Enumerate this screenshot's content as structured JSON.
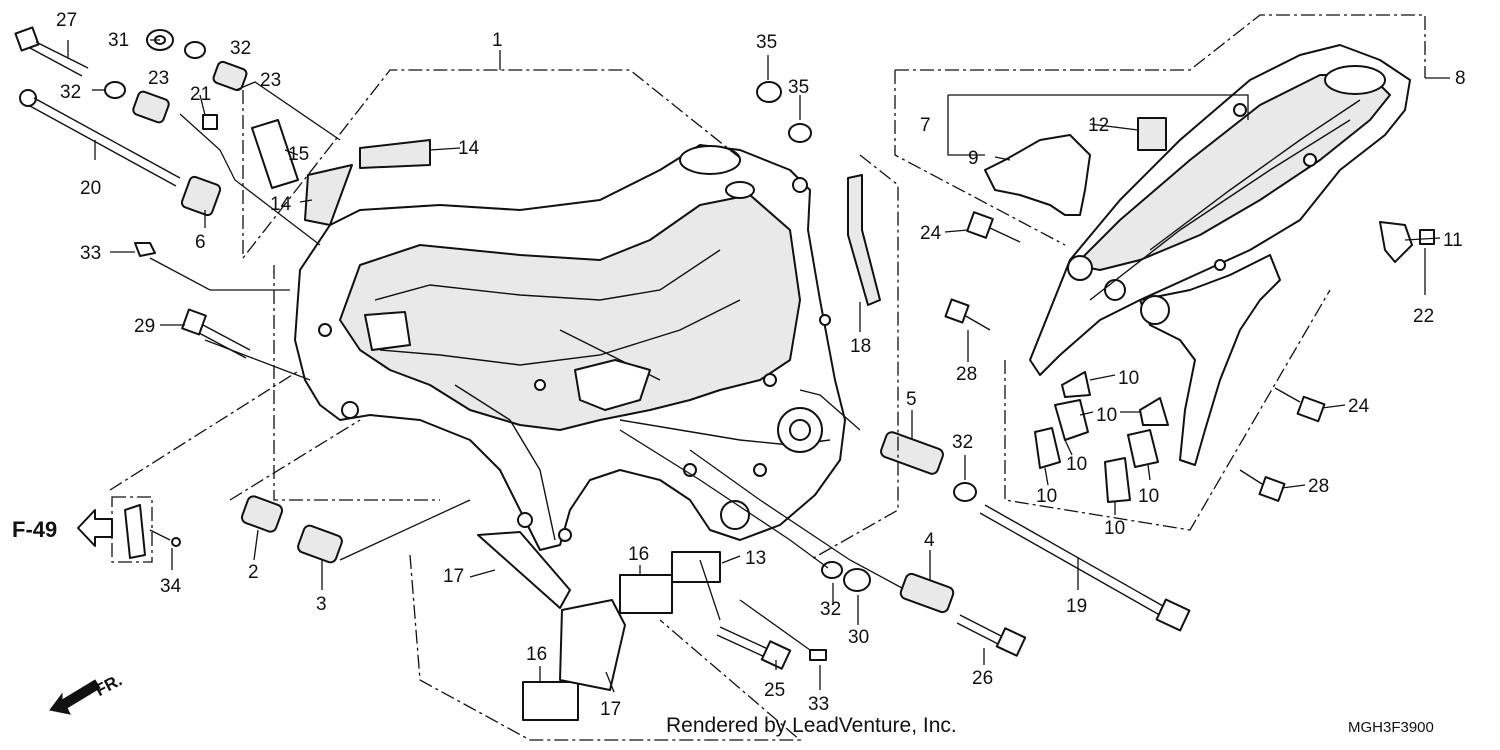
{
  "diagram": {
    "callouts": [
      {
        "id": "c1",
        "text": "1"
      },
      {
        "id": "c2",
        "text": "2"
      },
      {
        "id": "c3",
        "text": "3"
      },
      {
        "id": "c4",
        "text": "4"
      },
      {
        "id": "c5",
        "text": "5"
      },
      {
        "id": "c6",
        "text": "6"
      },
      {
        "id": "c7",
        "text": "7"
      },
      {
        "id": "c8",
        "text": "8"
      },
      {
        "id": "c9",
        "text": "9"
      },
      {
        "id": "c10",
        "text": "10"
      },
      {
        "id": "c11",
        "text": "11"
      },
      {
        "id": "c12",
        "text": "12"
      },
      {
        "id": "c13",
        "text": "13"
      },
      {
        "id": "c14",
        "text": "14"
      },
      {
        "id": "c15",
        "text": "15"
      },
      {
        "id": "c16",
        "text": "16"
      },
      {
        "id": "c17",
        "text": "17"
      },
      {
        "id": "c18",
        "text": "18"
      },
      {
        "id": "c19",
        "text": "19"
      },
      {
        "id": "c20",
        "text": "20"
      },
      {
        "id": "c21",
        "text": "21"
      },
      {
        "id": "c22",
        "text": "22"
      },
      {
        "id": "c23",
        "text": "23"
      },
      {
        "id": "c24",
        "text": "24"
      },
      {
        "id": "c25",
        "text": "25"
      },
      {
        "id": "c26",
        "text": "26"
      },
      {
        "id": "c27",
        "text": "27"
      },
      {
        "id": "c28",
        "text": "28"
      },
      {
        "id": "c29",
        "text": "29"
      },
      {
        "id": "c30",
        "text": "30"
      },
      {
        "id": "c31",
        "text": "31"
      },
      {
        "id": "c32",
        "text": "32"
      },
      {
        "id": "c33",
        "text": "33"
      },
      {
        "id": "c34",
        "text": "34"
      },
      {
        "id": "c35",
        "text": "35"
      }
    ],
    "ref_label": "F-49",
    "front_label": "FR.",
    "credit": "Rendered by LeadVenture, Inc.",
    "diagram_code": "MGH3F3900"
  }
}
